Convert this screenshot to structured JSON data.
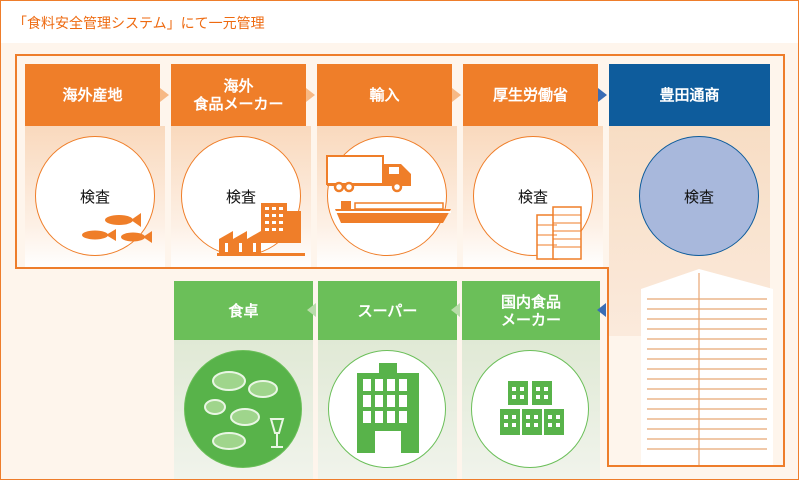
{
  "title": "「食料安全管理システム」にて一元管理",
  "top_row": [
    {
      "label": "海外産地",
      "circle": "検査"
    },
    {
      "label": "海外\n食品メーカー",
      "circle": "検査"
    },
    {
      "label": "輸入",
      "circle": ""
    },
    {
      "label": "厚生労働省",
      "circle": "検査"
    },
    {
      "label": "豊田通商",
      "circle": "検査"
    }
  ],
  "bottom_row": [
    {
      "label": "食卓"
    },
    {
      "label": "スーパー"
    },
    {
      "label": "国内食品\nメーカー"
    }
  ],
  "icons": [
    "fish-icon",
    "factory-icon",
    "truck-icon",
    "ship-icon",
    "building-icon",
    "office-tower-icon",
    "food-dishes-icon",
    "supermarket-icon",
    "food-factory-icon"
  ],
  "colors": {
    "orange": "#ef7e29",
    "blue": "#0e5c9c",
    "green": "#6bbf59",
    "circle_blue": "#a8b8dc"
  }
}
